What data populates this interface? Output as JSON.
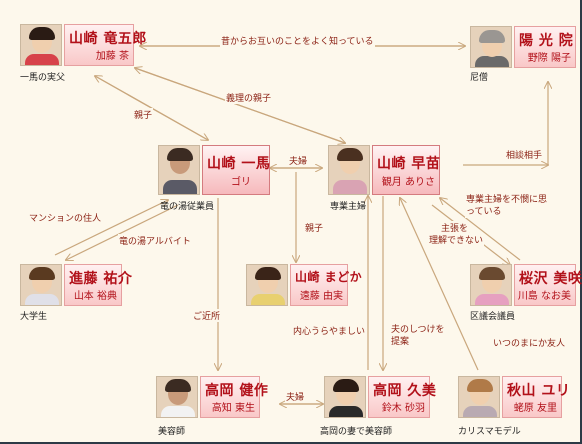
{
  "people": {
    "ryugoro": {
      "name": "山崎 竜五郎",
      "actor": "加藤 茶",
      "role": "一馬の実父"
    },
    "yoko": {
      "name": "陽 光 院",
      "actor": "野際 陽子",
      "role": "尼僧"
    },
    "kazuma": {
      "name": "山崎 一馬",
      "actor": "ゴリ",
      "role": "竜の湯従業員"
    },
    "sanae": {
      "name": "山崎 早苗",
      "actor": "観月 ありさ",
      "role": "専業主婦"
    },
    "yusuke": {
      "name": "進藤 祐介",
      "actor": "山本 裕典",
      "role": "大学生"
    },
    "madoka": {
      "name": "山崎 まどか",
      "actor": "遠藤 由実",
      "role": ""
    },
    "misaki": {
      "name": "桜沢 美咲",
      "actor": "川島 なお美",
      "role": "区議会議員"
    },
    "kensaku": {
      "name": "高岡 健作",
      "actor": "高知 東生",
      "role": "美容師"
    },
    "kumi": {
      "name": "高岡 久美",
      "actor": "鈴木 砂羽",
      "role": "高岡の妻で美容師"
    },
    "yuri": {
      "name": "秋山 ユリ",
      "actor": "蛯原 友里",
      "role": "カリスマモデル"
    }
  },
  "relations": {
    "mutual": "昔からお互いのことをよく知っている",
    "inlaw": "義理の親子",
    "parent1": "親子",
    "couple1": "夫婦",
    "parent2": "親子",
    "consult": "相談相手",
    "housewife": "専業主婦を不憫に思っている",
    "husband_line1": "主張を",
    "husband_line2": "理解できない",
    "tenant": "マンションの住人",
    "parttime": "竜の湯アルバイト",
    "neighbor": "ご近所",
    "envy": "内心うらやましい",
    "disc1": "夫のしつけを",
    "disc2": "提案",
    "friends": "いつのまにか友人",
    "couple2": "夫婦"
  }
}
